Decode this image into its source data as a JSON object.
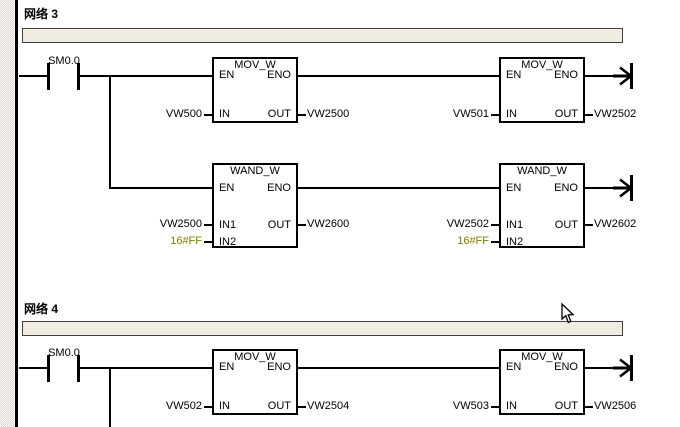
{
  "app": "ladder-logic-editor",
  "colors": {
    "background": "#ffffff",
    "wire": "#000000",
    "constant_text": "#7f7f00",
    "comment_fill": "#f0ede0",
    "comment_border": "#404040",
    "margin_dither": "#d9d5cd"
  },
  "pins": {
    "en": "EN",
    "eno": "ENO",
    "in": "IN",
    "out": "OUT",
    "in1": "IN1",
    "in2": "IN2"
  },
  "networks": [
    {
      "title": "网络 3",
      "comment": "",
      "rows": [
        {
          "contact": "SM0.0",
          "blocks": [
            {
              "title": "MOV_W",
              "in": "VW500",
              "out": "VW2500"
            },
            {
              "title": "MOV_W",
              "in": "VW501",
              "out": "VW2502"
            }
          ]
        },
        {
          "blocks": [
            {
              "title": "WAND_W",
              "in1": "VW2500",
              "in2": "16#FF",
              "out": "VW2600"
            },
            {
              "title": "WAND_W",
              "in1": "VW2502",
              "in2": "16#FF",
              "out": "VW2602"
            }
          ]
        }
      ]
    },
    {
      "title": "网络 4",
      "comment": "",
      "rows": [
        {
          "contact": "SM0.0",
          "blocks": [
            {
              "title": "MOV_W",
              "in": "VW502",
              "out": "VW2504"
            },
            {
              "title": "MOV_W",
              "in": "VW503",
              "out": "VW2506"
            }
          ]
        }
      ]
    }
  ]
}
